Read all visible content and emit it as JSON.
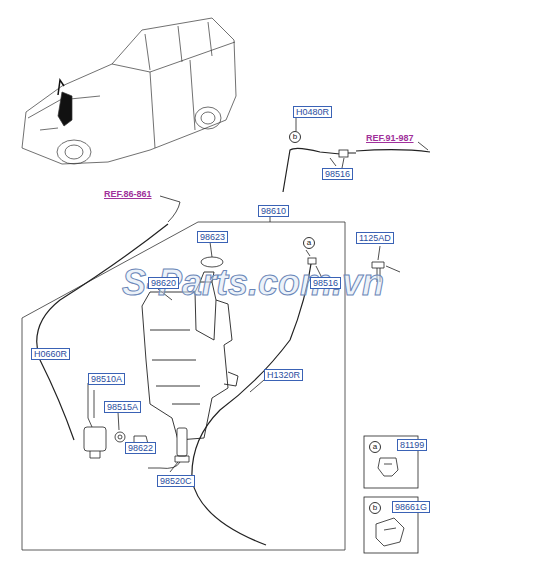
{
  "diagram": {
    "nodes": [
      {
        "text": [
          "H0480R"
        ]
      },
      {
        "text": [
          "b"
        ]
      },
      {
        "text": [
          "98516"
        ]
      },
      {
        "text": [
          "98610"
        ]
      },
      {
        "text": [
          "98623"
        ]
      },
      {
        "text": [
          "a"
        ]
      },
      {
        "text": [
          "1125AD"
        ]
      },
      {
        "text": [
          "98620"
        ]
      },
      {
        "text": [
          "98516"
        ]
      },
      {
        "text": [
          "H0660R"
        ]
      },
      {
        "text": [
          "98510A"
        ]
      },
      {
        "text": [
          "H1320R"
        ]
      },
      {
        "text": [
          "98515A"
        ]
      },
      {
        "text": [
          "98622"
        ]
      },
      {
        "text": [
          "98520C"
        ]
      },
      {
        "text": [
          "a"
        ]
      },
      {
        "text": [
          "81199"
        ]
      },
      {
        "text": [
          "b"
        ]
      },
      {
        "text": [
          "98661G"
        ]
      }
    ],
    "labels": [
      "REF.91-987",
      "REF.86-861",
      "S-Parts.com.vn"
    ]
  }
}
